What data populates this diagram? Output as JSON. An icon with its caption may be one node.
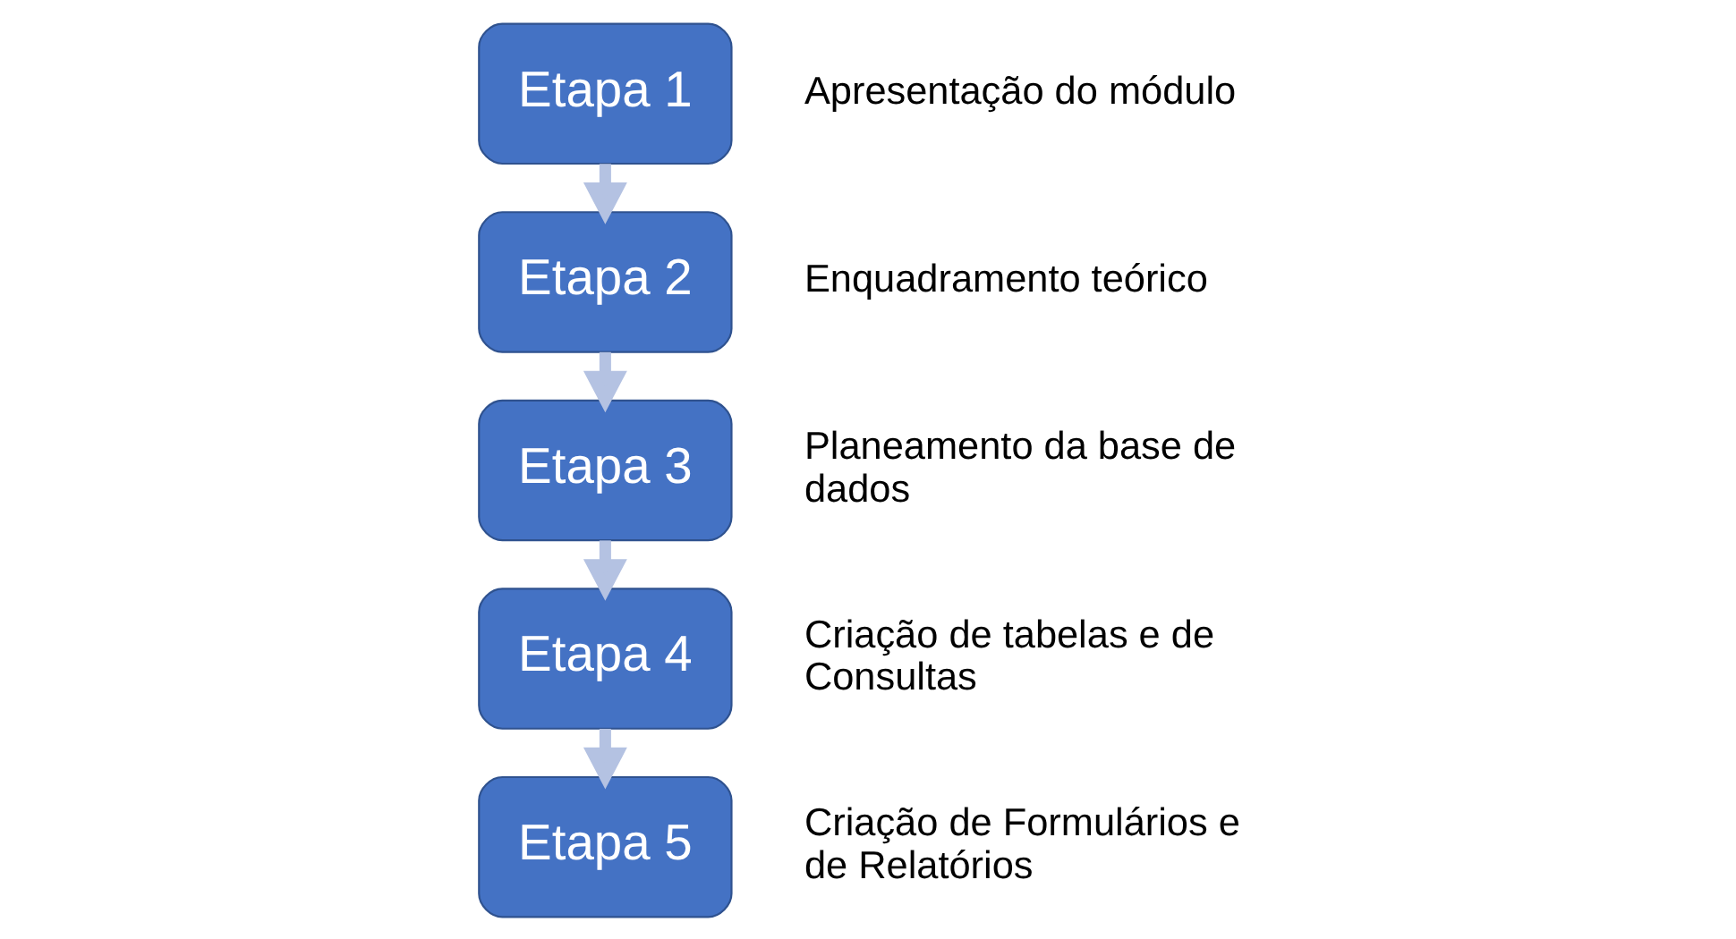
{
  "diagram": {
    "nodes": [
      {
        "text": [
          "Etapa 1"
        ],
        "beside": [
          "Apresentação do módulo"
        ]
      },
      {
        "text": [
          "Etapa 2"
        ],
        "beside": [
          "Enquadramento teórico"
        ]
      },
      {
        "text": [
          "Etapa 3"
        ],
        "beside": [
          "Planeamento da base de dados"
        ]
      },
      {
        "text": [
          "Etapa 4"
        ],
        "beside": [
          "Criação de tabelas e de Consultas"
        ]
      },
      {
        "text": [
          "Etapa 5"
        ],
        "beside": [
          "Criação de Formulários e de Relatórios"
        ]
      }
    ],
    "edges": [
      {
        "from": 0,
        "to": 1,
        "arrow": "to"
      },
      {
        "from": 1,
        "to": 2,
        "arrow": "to"
      },
      {
        "from": 2,
        "to": 3,
        "arrow": "to"
      },
      {
        "from": 3,
        "to": 4,
        "arrow": "to"
      }
    ]
  }
}
